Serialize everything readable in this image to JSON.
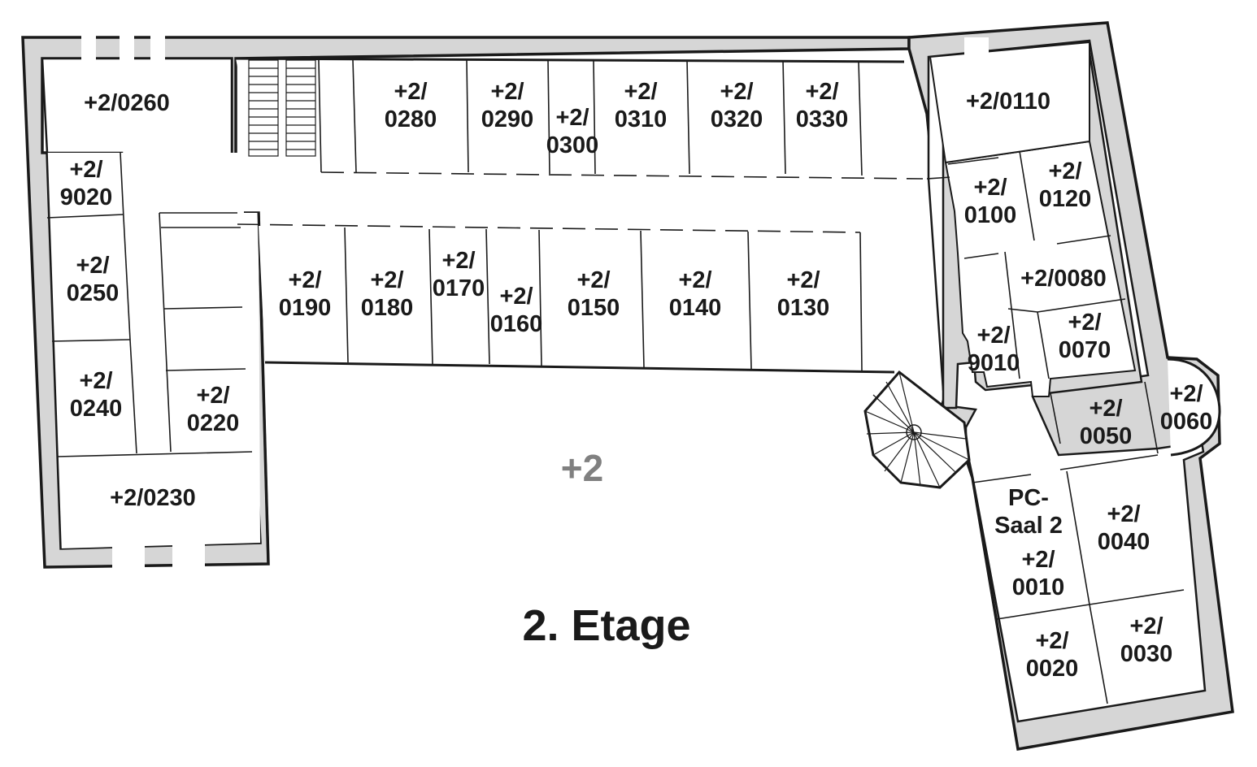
{
  "floor_marker": "+2",
  "floor_title": "2. Etage",
  "rooms": [
    {
      "id": "r0260",
      "lines": [
        "+2/0260"
      ]
    },
    {
      "id": "r9020",
      "lines": [
        "+2/",
        "9020"
      ]
    },
    {
      "id": "r0250",
      "lines": [
        "+2/",
        "0250"
      ]
    },
    {
      "id": "r0240",
      "lines": [
        "+2/",
        "0240"
      ]
    },
    {
      "id": "r0220",
      "lines": [
        "+2/",
        "0220"
      ]
    },
    {
      "id": "r0230",
      "lines": [
        "+2/0230"
      ]
    },
    {
      "id": "r0280",
      "lines": [
        "+2/",
        "0280"
      ]
    },
    {
      "id": "r0290",
      "lines": [
        "+2/",
        "0290"
      ]
    },
    {
      "id": "r0300",
      "lines": [
        "+2/",
        "0300"
      ]
    },
    {
      "id": "r0310",
      "lines": [
        "+2/",
        "0310"
      ]
    },
    {
      "id": "r0320",
      "lines": [
        "+2/",
        "0320"
      ]
    },
    {
      "id": "r0330",
      "lines": [
        "+2/",
        "0330"
      ]
    },
    {
      "id": "r0190",
      "lines": [
        "+2/",
        "0190"
      ]
    },
    {
      "id": "r0180",
      "lines": [
        "+2/",
        "0180"
      ]
    },
    {
      "id": "r0170",
      "lines": [
        "+2/",
        "0170"
      ]
    },
    {
      "id": "r0160",
      "lines": [
        "+2/",
        "0160"
      ]
    },
    {
      "id": "r0150",
      "lines": [
        "+2/",
        "0150"
      ]
    },
    {
      "id": "r0140",
      "lines": [
        "+2/",
        "0140"
      ]
    },
    {
      "id": "r0130",
      "lines": [
        "+2/",
        "0130"
      ]
    },
    {
      "id": "r0110",
      "lines": [
        "+2/0110"
      ]
    },
    {
      "id": "r0100",
      "lines": [
        "+2/",
        "0100"
      ]
    },
    {
      "id": "r0120",
      "lines": [
        "+2/",
        "0120"
      ]
    },
    {
      "id": "r0080",
      "lines": [
        "+2/0080"
      ]
    },
    {
      "id": "r9010",
      "lines": [
        "+2/",
        "9010"
      ]
    },
    {
      "id": "r0070",
      "lines": [
        "+2/",
        "0070"
      ]
    },
    {
      "id": "r0050",
      "lines": [
        "+2/",
        "0050"
      ]
    },
    {
      "id": "r0060",
      "lines": [
        "+2/",
        "0060"
      ]
    },
    {
      "id": "rpc",
      "lines": [
        "PC-",
        "Saal 2"
      ]
    },
    {
      "id": "r0040",
      "lines": [
        "+2/",
        "0040"
      ]
    },
    {
      "id": "r0010",
      "lines": [
        "+2/",
        "0010"
      ]
    },
    {
      "id": "r0020",
      "lines": [
        "+2/",
        "0020"
      ]
    },
    {
      "id": "r0030",
      "lines": [
        "+2/",
        "0030"
      ]
    }
  ]
}
